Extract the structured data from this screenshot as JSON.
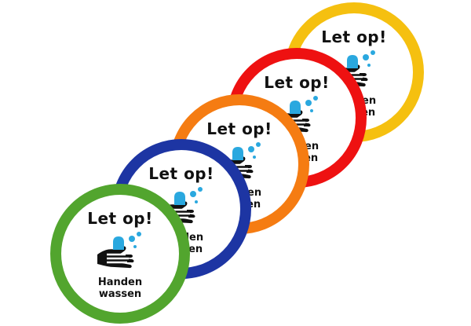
{
  "stickers": [
    {
      "title": "Let op!",
      "caption_line1": "Handen",
      "caption_line2": "wassen",
      "ring_color": "#f5c010"
    },
    {
      "title": "Let op!",
      "caption_line1": "Handen",
      "caption_line2": "wassen",
      "ring_color": "#ee1111"
    },
    {
      "title": "Let op!",
      "caption_line1": "Handen",
      "caption_line2": "wassen",
      "ring_color": "#f57c12"
    },
    {
      "title": "Let op!",
      "caption_line1": "Handen",
      "caption_line2": "wassen",
      "ring_color": "#1d35a3"
    },
    {
      "title": "Let op!",
      "caption_line1": "Handen",
      "caption_line2": "wassen",
      "ring_color": "#52a52e"
    }
  ],
  "icon": {
    "name": "handwashing-icon",
    "soap_color": "#2aa8df",
    "hand_color": "#111111"
  }
}
